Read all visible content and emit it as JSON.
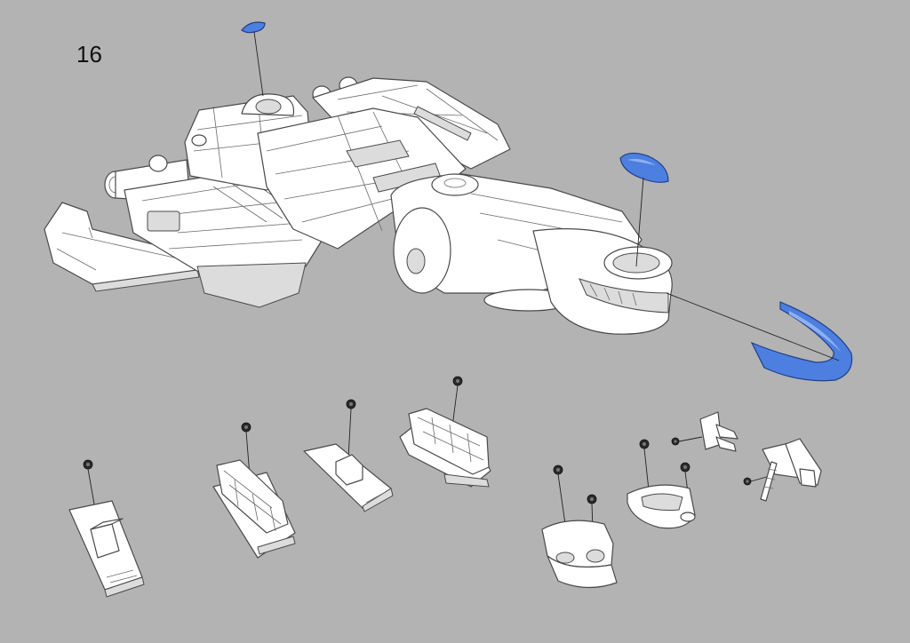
{
  "page": {
    "step_number": "16"
  },
  "colors": {
    "background": "#b3b3b3",
    "part_fill": "#ffffff",
    "part_outline": "#4a4a4a",
    "highlight_fill": "#4d7fe0",
    "highlight_outline": "#1f3f8a",
    "leader_line": "#222222",
    "magnet": "#2a2a2a"
  },
  "diagram": {
    "type": "exploded-assembly-instruction",
    "highlighted_parts": [
      "top-dome-cap",
      "nose-canopy-window",
      "nose-mandible-trim"
    ],
    "subassemblies": [
      "engine-pod-left",
      "engine-pod-middle",
      "bracket-plate",
      "engine-block",
      "nose-jaw",
      "nose-cup",
      "clip-small",
      "clip-ladder"
    ]
  }
}
